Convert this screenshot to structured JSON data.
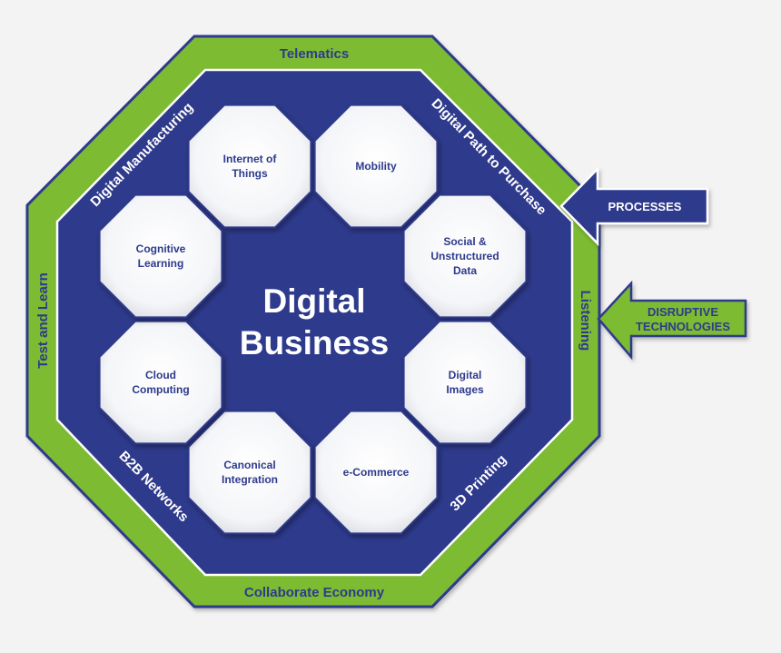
{
  "center": {
    "line1": "Digital",
    "line2": "Business"
  },
  "outer_ring": {
    "top": "Telematics",
    "bottom": "Collaborate Economy",
    "left": "Test and Learn",
    "right": "Listening"
  },
  "inner_band": {
    "top_left": "Digital Manufacturing",
    "top_right": "Digital Path to Purchase",
    "bottom_left": "B2B Networks",
    "bottom_right": "3D Printing"
  },
  "nodes": [
    {
      "id": "internet-of-things",
      "lines": [
        "Internet of",
        "Things"
      ]
    },
    {
      "id": "mobility",
      "lines": [
        "Mobility"
      ]
    },
    {
      "id": "social-unstructured-data",
      "lines": [
        "Social &",
        "Unstructured",
        "Data"
      ]
    },
    {
      "id": "digital-images",
      "lines": [
        "Digital",
        "Images"
      ]
    },
    {
      "id": "e-commerce",
      "lines": [
        "e-Commerce"
      ]
    },
    {
      "id": "canonical-integration",
      "lines": [
        "Canonical",
        "Integration"
      ]
    },
    {
      "id": "cloud-computing",
      "lines": [
        "Cloud",
        "Computing"
      ]
    },
    {
      "id": "cognitive-learning",
      "lines": [
        "Cognitive",
        "Learning"
      ]
    }
  ],
  "arrows": {
    "processes": {
      "lines": [
        "PROCESSES"
      ]
    },
    "disruptive": {
      "lines": [
        "DISRUPTIVE",
        "TECHNOLOGIES"
      ]
    }
  },
  "colors": {
    "green": "#7dbb33",
    "navy": "#2e3a8c",
    "navy_dark": "#23307a",
    "node_fill": "#ffffff",
    "label_blue": "#2e3a8c"
  }
}
